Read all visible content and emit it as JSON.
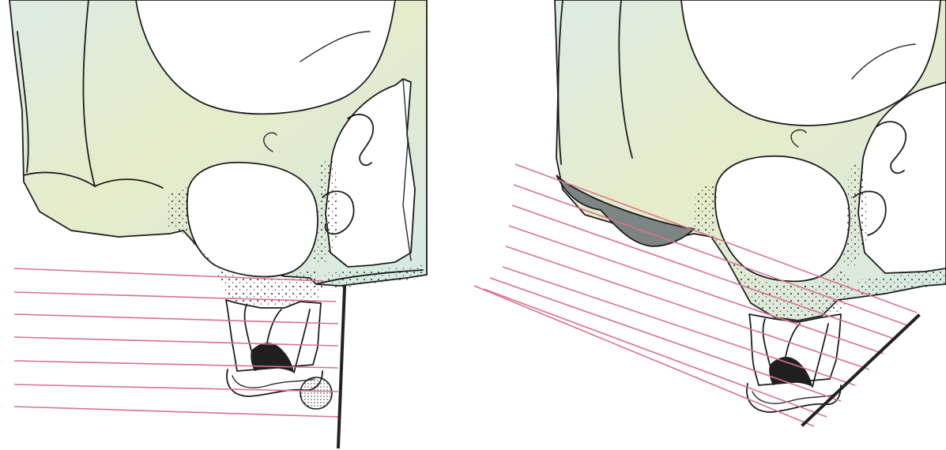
{
  "colors": {
    "bone_fill": "#dcebe3",
    "bone_tint": "#e6ecc9",
    "ray": "#d9728c",
    "film": "#222222",
    "zygomatic_shadow": "#7c8583",
    "outline": "#1d1d1d"
  },
  "panels": [
    {
      "id": "left",
      "ray_count": 7,
      "film": "vertical"
    },
    {
      "id": "right",
      "ray_count": 9,
      "film": "angled",
      "zygomatic_shadow": true
    }
  ]
}
